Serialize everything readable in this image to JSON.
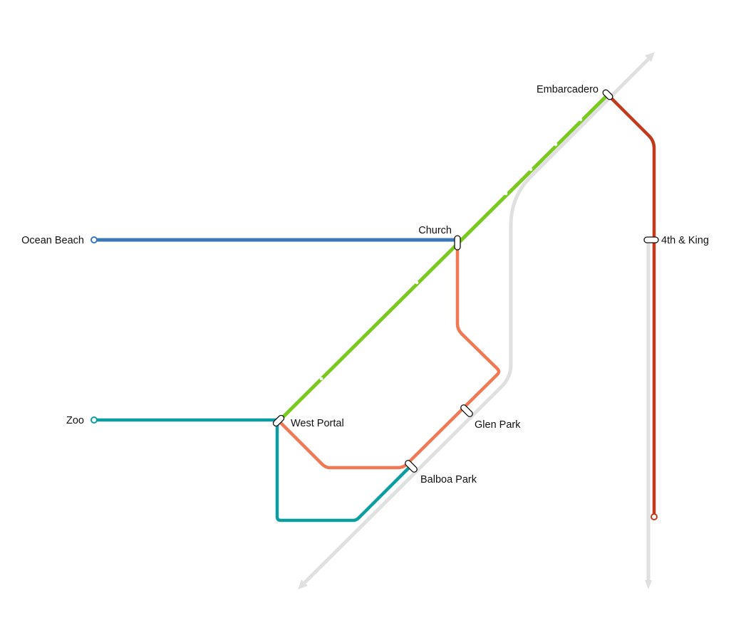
{
  "stations": {
    "embarcadero": "Embarcadero",
    "church": "Church",
    "ocean_beach": "Ocean Beach",
    "fourth_king": "4th & King",
    "zoo": "Zoo",
    "west_portal": "West Portal",
    "glen_park": "Glen Park",
    "balboa_park": "Balboa Park"
  },
  "colors": {
    "green_line": "#7ac91e",
    "blue_line": "#3a78ba",
    "red_line": "#c13a1c",
    "orange_line": "#f07852",
    "teal_line": "#0b9ea0",
    "gray_line": "#e0e0e0"
  },
  "icons": {
    "arrow_up": "arrow-up-right-icon",
    "arrow_down": "arrow-down-icon",
    "arrow_down_left": "arrow-down-left-icon"
  }
}
